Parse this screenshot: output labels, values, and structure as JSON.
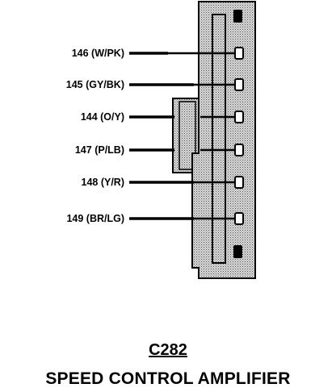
{
  "connector": {
    "id": "C282",
    "name": "SPEED CONTROL AMPLIFIER"
  },
  "pins": [
    {
      "circuit": "146",
      "color_code": "W/PK",
      "label": "146 (W/PK)"
    },
    {
      "circuit": "145",
      "color_code": "GY/BK",
      "label": "145 (GY/BK)"
    },
    {
      "circuit": "144",
      "color_code": "O/Y",
      "label": "144 (O/Y)"
    },
    {
      "circuit": "147",
      "color_code": "P/LB",
      "label": "147 (P/LB)"
    },
    {
      "circuit": "148",
      "color_code": "Y/R",
      "label": "148 (Y/R)"
    },
    {
      "circuit": "149",
      "color_code": "BR/LG",
      "label": "149 (BR/LG)"
    }
  ],
  "colors": {
    "ink": "#000000",
    "connector_fill": "#bdbdbd"
  }
}
